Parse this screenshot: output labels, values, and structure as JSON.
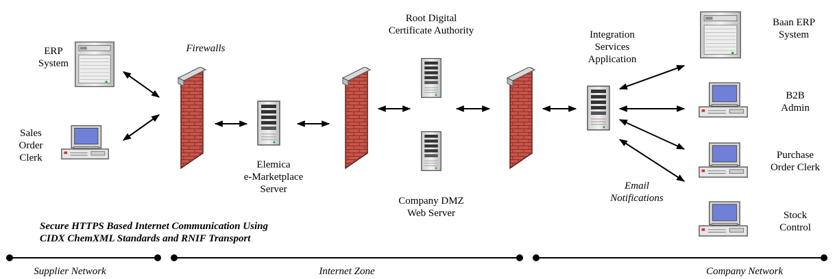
{
  "labels": {
    "erp": [
      "ERP",
      "System"
    ],
    "sales": [
      "Sales",
      "Order",
      "Clerk"
    ],
    "firewalls": "Firewalls",
    "elemica": [
      "Elemica",
      "e-Marketplace",
      "Server"
    ],
    "root_ca": [
      "Root Digital",
      "Certificate Authority"
    ],
    "dmz": [
      "Company DMZ",
      "Web Server"
    ],
    "isa": [
      "Integration",
      "Services",
      "Application"
    ],
    "email": [
      "Email",
      "Notifications"
    ],
    "baan": [
      "Baan ERP",
      "System"
    ],
    "b2b": [
      "B2B",
      "Admin"
    ],
    "purchase": [
      "Purchase",
      "Order Clerk"
    ],
    "stock": [
      "Stock",
      "Control"
    ],
    "secure": [
      "Secure HTTPS Based Internet Communication Using",
      "CIDX ChemXML Standards and RNIF Transport"
    ]
  },
  "zones": {
    "supplier": "Supplier Network",
    "internet": "Internet Zone",
    "company": "Company Network"
  },
  "colors": {
    "brick": "#c8554a",
    "mortar": "#8a2e25",
    "screen": "#7080d8",
    "device_fill": "#e6e6e6",
    "line": "#000000"
  },
  "icons": {
    "firewall": "firewall-icon",
    "server": "tower-server-icon",
    "workstation": "desktop-computer-icon"
  }
}
